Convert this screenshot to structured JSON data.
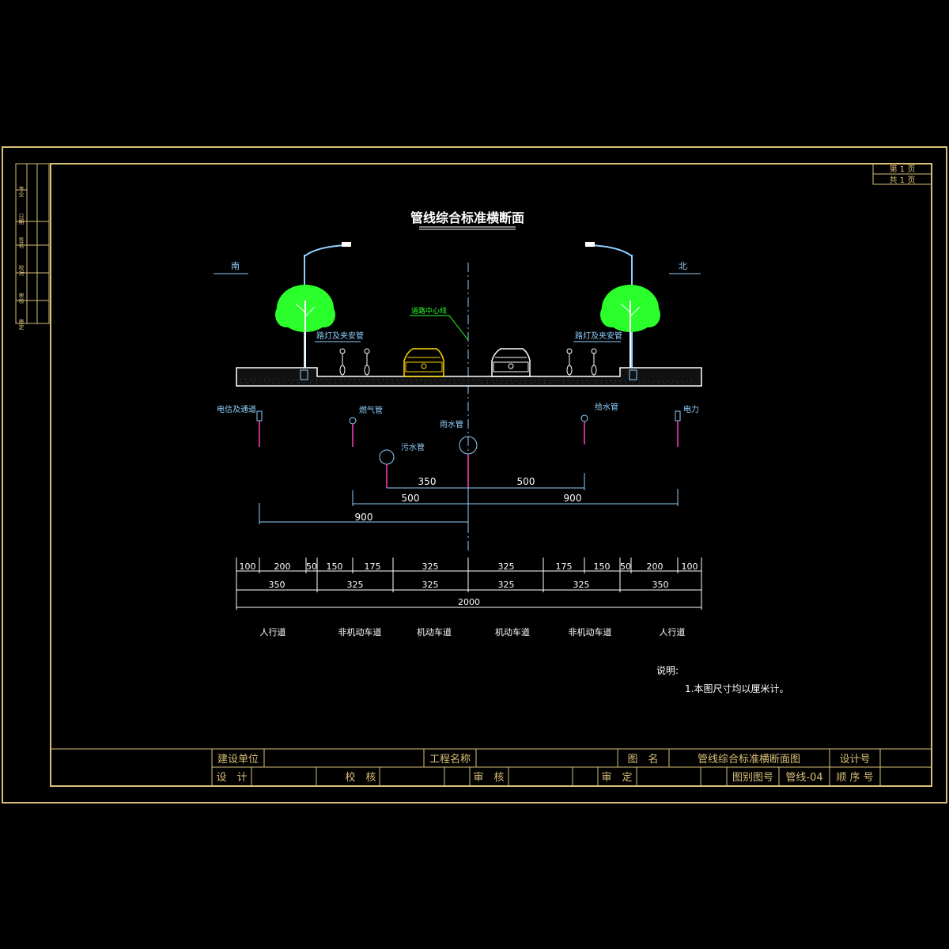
{
  "drawing": {
    "title": "管线综合标准横断面",
    "page_info": {
      "current": "第 1 页",
      "total": "共 1 页"
    },
    "directions": {
      "left": "南",
      "right": "北"
    },
    "centerline_label": "道路中心线",
    "lamp_labels": {
      "left": "路灯及夹安管",
      "right": "路灯及夹安管"
    },
    "pipes": {
      "telecom": "电信及通道",
      "gas": "燃气管",
      "rain": "雨水管",
      "sewage": "污水管",
      "water": "给水管",
      "power": "电力"
    },
    "pipe_dimensions": [
      "350",
      "500",
      "500",
      "900",
      "900"
    ],
    "section_dims_row1": [
      "100",
      "200",
      "50",
      "150",
      "175",
      "325",
      "325",
      "175",
      "150",
      "50",
      "200",
      "100"
    ],
    "section_dims_row2": [
      "350",
      "325",
      "325",
      "325",
      "325",
      "350"
    ],
    "section_total": "2000",
    "zones": [
      "人行道",
      "非机动车道",
      "机动车道",
      "机动车道",
      "非机动车道",
      "人行道"
    ],
    "notes": {
      "title": "说明:",
      "item1": "1.本图尺寸均以厘米计。"
    }
  },
  "title_block": {
    "client_label": "建设单位",
    "client_value": "",
    "project_label": "工程名称",
    "project_value": "",
    "drawing_name_label": "图　名",
    "drawing_name_value": "管线综合标准横断面图",
    "design_no_label": "设计号",
    "design_label": "设　计",
    "check_label": "校　核",
    "review_label": "审　核",
    "approve_label": "审　定",
    "drawing_no_label": "图别图号",
    "drawing_no_value": "管线-04",
    "sequence_label": "顺 序 号"
  },
  "side_strip": [
    "专业",
    "日期",
    "签名",
    "校对",
    "审核",
    "审定"
  ],
  "colors": {
    "frame": "#d9bf78",
    "tree": "#2bff2b",
    "pipe_pink": "#ff40c0",
    "dim_cyan": "#8fd0ff",
    "background": "#000000"
  }
}
